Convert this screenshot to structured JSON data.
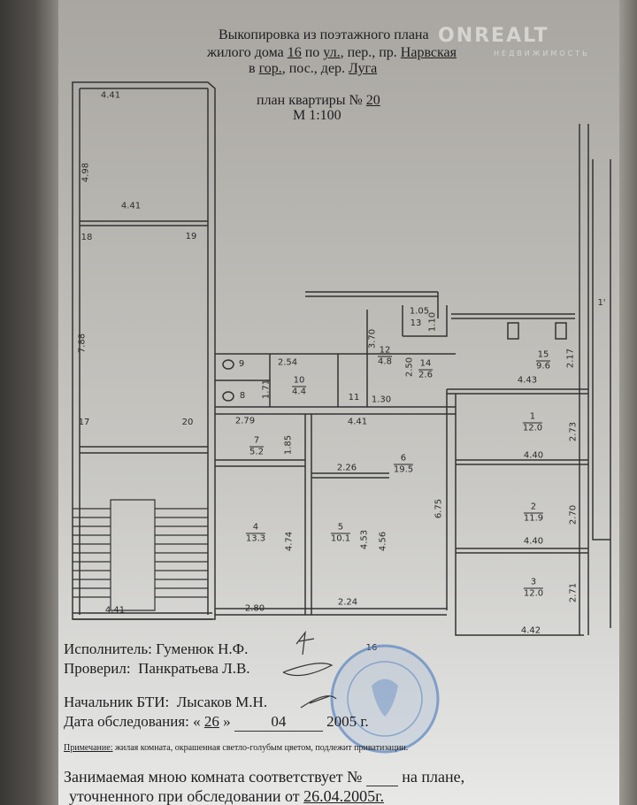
{
  "header": {
    "line1": "Выкопировка из поэтажного плана",
    "line2_prefix": "жилого дома",
    "house_no": "16",
    "line2_mid": "по",
    "street_type": "ул.",
    "line2_rest": ", пер., пр.",
    "street": "Нарвская",
    "line3_prefix": "в",
    "town_type": "гор.",
    "line3_rest": ", пос., дер.",
    "town": "Луга",
    "plan_label": "план квартиры №",
    "apartment_no": "20",
    "scale": "М 1:100"
  },
  "watermark": {
    "brand": "ONREALT",
    "sub": "НЕДВИЖИМОСТЬ"
  },
  "rooms": [
    {
      "no": "1",
      "area": "12.0"
    },
    {
      "no": "2",
      "area": "11.9"
    },
    {
      "no": "3",
      "area": "12.0"
    },
    {
      "no": "4",
      "area": "13.3"
    },
    {
      "no": "5",
      "area": "10.1"
    },
    {
      "no": "6",
      "area": "19.5"
    },
    {
      "no": "7",
      "area": "5.2"
    },
    {
      "no": "8"
    },
    {
      "no": "9"
    },
    {
      "no": "10",
      "area": "4.4"
    },
    {
      "no": "11"
    },
    {
      "no": "12",
      "area": "4.8"
    },
    {
      "no": "13"
    },
    {
      "no": "14",
      "area": "2.6"
    },
    {
      "no": "15",
      "area": "9.6"
    },
    {
      "no": "16"
    },
    {
      "no": "17"
    },
    {
      "no": "18"
    },
    {
      "no": "19"
    },
    {
      "no": "20"
    },
    {
      "no": "1'"
    }
  ],
  "dimensions": [
    "4.41",
    "4.98",
    "4.41",
    "7.88",
    "4.41",
    "2.80",
    "2.24",
    "4.42",
    "4.40",
    "4.40",
    "4.43",
    "2.17",
    "2.73",
    "2.70",
    "2.71",
    "2.54",
    "1.71",
    "3.70",
    "1.05",
    "1.10",
    "2.50",
    "1.30",
    "2.79",
    "4.41",
    "1.85",
    "2.26",
    "6.75",
    "4.74",
    "4.53",
    "4.56"
  ],
  "footer": {
    "executor_label": "Исполнитель:",
    "executor": "Гуменюк Н.Ф.",
    "checked_label": "Проверил:",
    "checked": "Панкратьева Л.В.",
    "chief_label": "Начальник БТИ:",
    "chief": "Лысаков М.Н.",
    "date_label": "Дата обследования: «",
    "day": "26",
    "date_mid": "»",
    "month": "04",
    "year": "2005 г.",
    "note_label": "Примечание:",
    "note": "жилая комната, окрашенная светло-голубым цветом, подлежит приватизации.",
    "statement1": "Занимаемая мною комната соответствует №",
    "statement1_end": "на плане,",
    "statement2": "уточненного при обследовании от",
    "statement_date": "26.04.2005г."
  }
}
